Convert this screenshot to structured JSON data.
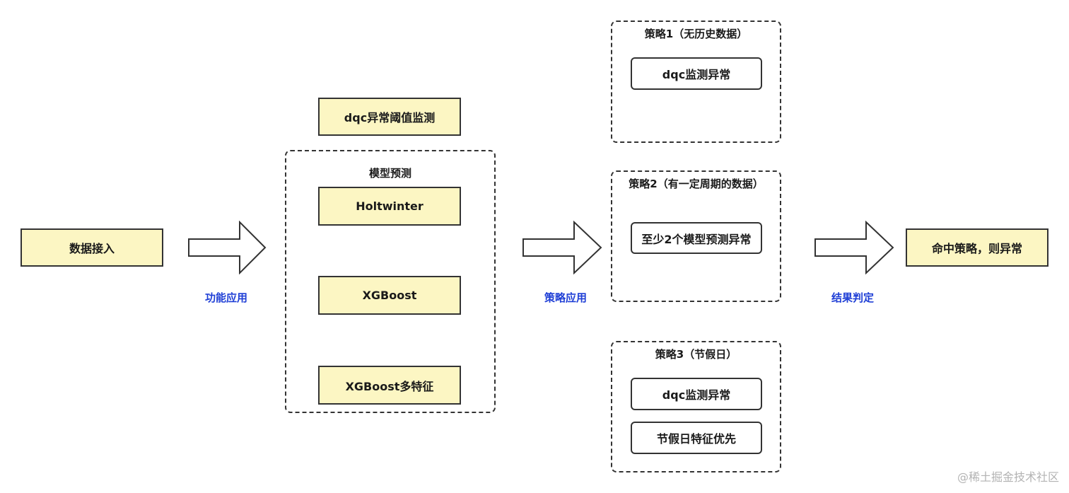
{
  "input": {
    "label": "数据接入"
  },
  "flow_labels": {
    "feature": "功能应用",
    "strategy": "策略应用",
    "result": "结果判定"
  },
  "threshold": {
    "label": "dqc异常阈值监测"
  },
  "model_group": {
    "title": "模型预测",
    "items": [
      "Holtwinter",
      "XGBoost",
      "XGBoost多特征"
    ]
  },
  "strategies": [
    {
      "title": "策略1（无历史数据）",
      "items": [
        "dqc监测异常"
      ]
    },
    {
      "title": "策略2（有一定周期的数据）",
      "items": [
        "至少2个模型预测异常"
      ]
    },
    {
      "title": "策略3（节假日）",
      "items": [
        "dqc监测异常",
        "节假日特征优先"
      ]
    }
  ],
  "output": {
    "label": "命中策略，则异常"
  },
  "watermark": "@稀土掘金技术社区",
  "colors": {
    "node_fill": "#fcf6c3",
    "border": "#333333",
    "flow_label": "#1f3fd6"
  }
}
